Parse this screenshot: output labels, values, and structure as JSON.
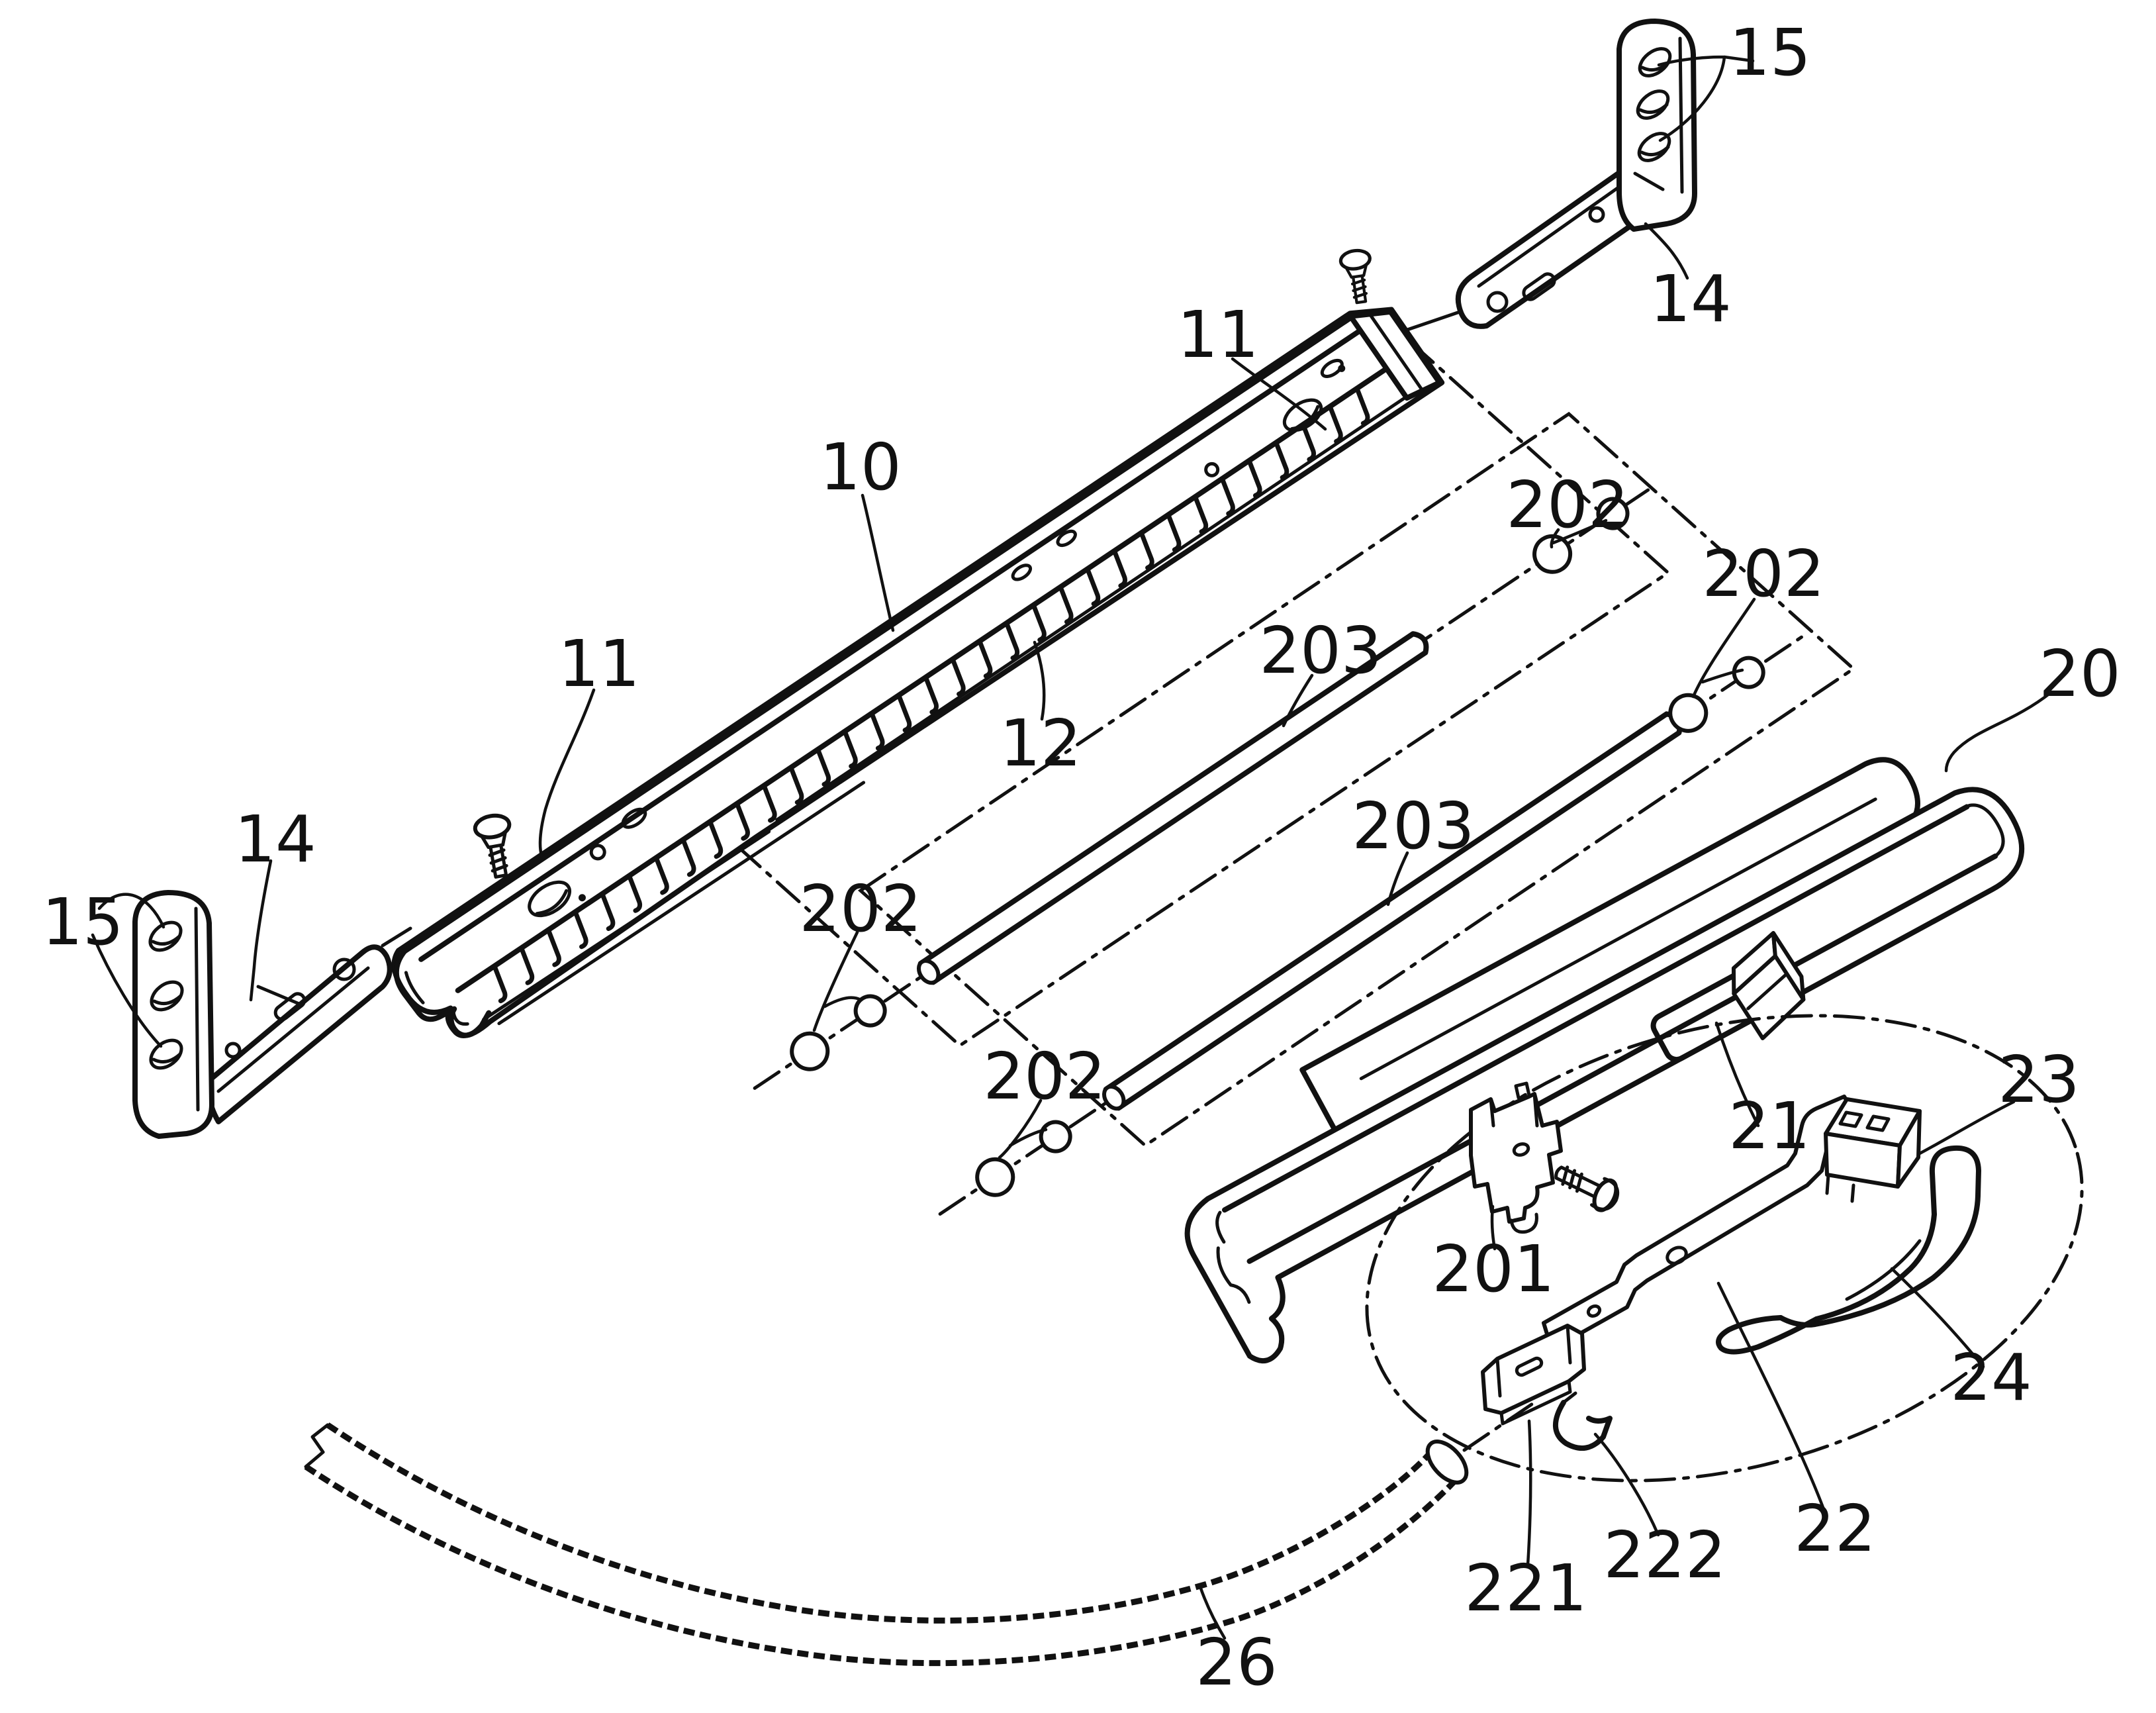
{
  "figure": {
    "background_color": "#ffffff",
    "ink_color": "#111111",
    "labels": [
      {
        "text": "15"
      },
      {
        "text": "14"
      },
      {
        "text": "11"
      },
      {
        "text": "10"
      },
      {
        "text": "202"
      },
      {
        "text": "202"
      },
      {
        "text": "203"
      },
      {
        "text": "20"
      },
      {
        "text": "11"
      },
      {
        "text": "12"
      },
      {
        "text": "14"
      },
      {
        "text": "15"
      },
      {
        "text": "203"
      },
      {
        "text": "202"
      },
      {
        "text": "202"
      },
      {
        "text": "21"
      },
      {
        "text": "23"
      },
      {
        "text": "201"
      },
      {
        "text": "24"
      },
      {
        "text": "221"
      },
      {
        "text": "222"
      },
      {
        "text": "22"
      },
      {
        "text": "26"
      }
    ]
  }
}
